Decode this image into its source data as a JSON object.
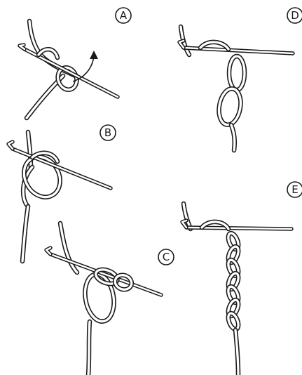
{
  "steps": [
    {
      "label": "A"
    },
    {
      "label": "B"
    },
    {
      "label": "C"
    },
    {
      "label": "D"
    },
    {
      "label": "E"
    }
  ],
  "colors": {
    "line": "#1a1a1a",
    "background": "#ffffff"
  }
}
